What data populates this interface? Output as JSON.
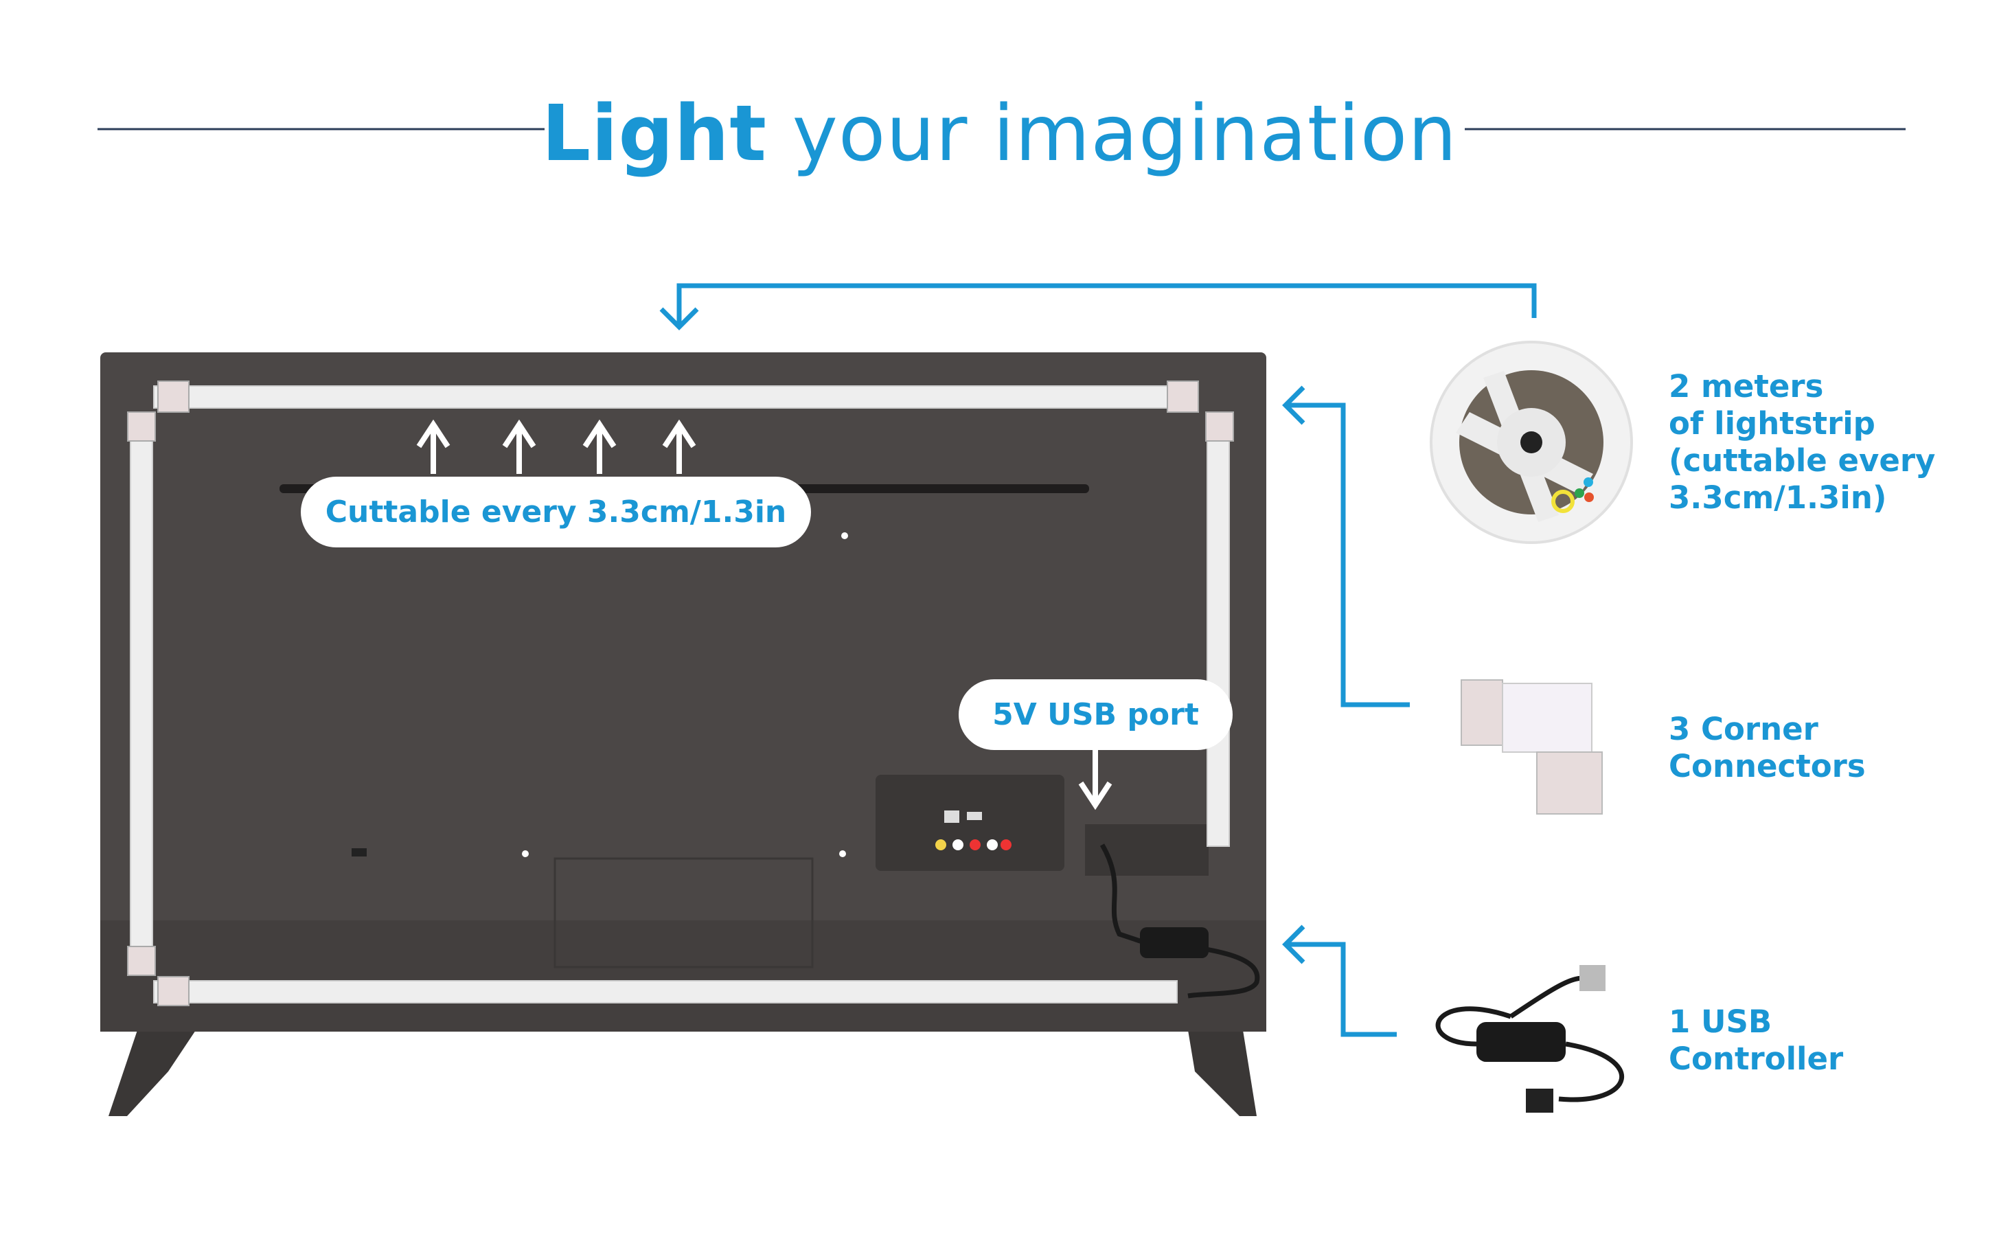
{
  "title": {
    "bold": "Light",
    "rest": "your imagination"
  },
  "callouts": {
    "cuttable": "Cuttable every 3.3cm/1.3in",
    "usb_port": "5V USB port"
  },
  "items": [
    {
      "lines": [
        "2 meters",
        "of lightstrip",
        "(cuttable every",
        "3.3cm/1.3in)"
      ]
    },
    {
      "lines": [
        "3 Corner",
        "Connectors"
      ]
    },
    {
      "lines": [
        "1 USB",
        "Controller"
      ]
    }
  ],
  "colors": {
    "accent": "#1a96d4",
    "tv": "#4b4746"
  }
}
